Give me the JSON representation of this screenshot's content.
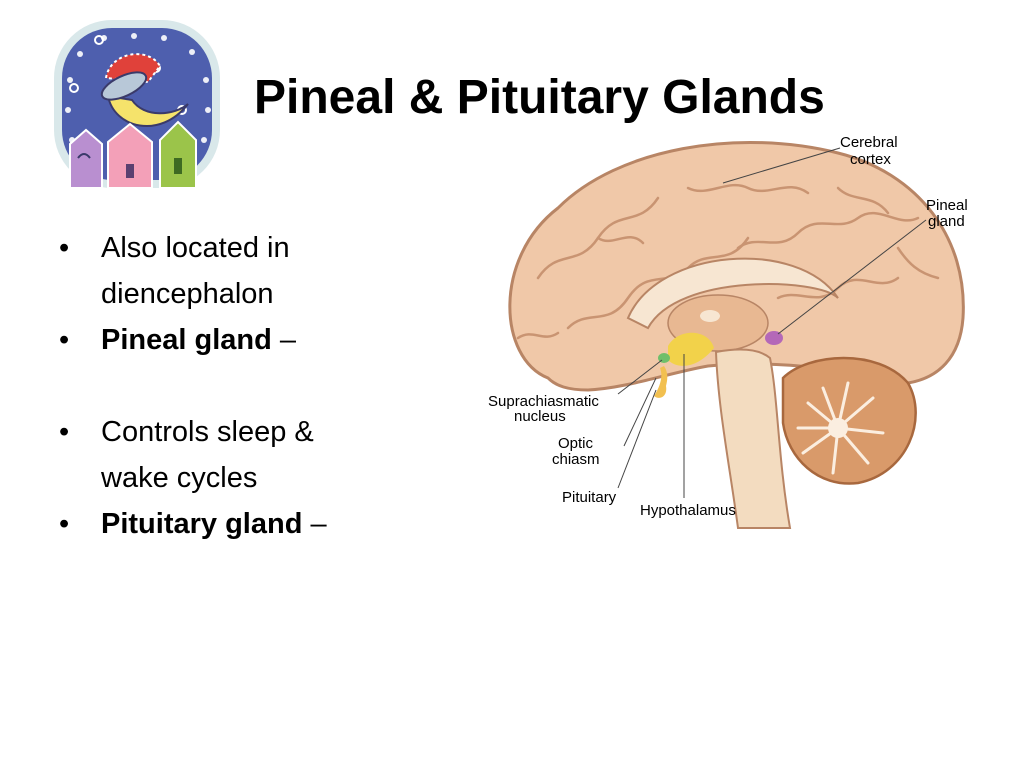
{
  "slide": {
    "title": "Pineal & Pituitary Glands",
    "bullets": [
      {
        "lines": [
          "Also located in",
          "diencephalon"
        ],
        "bold": "",
        "rest": ""
      },
      {
        "lines": [],
        "bold": "Pineal gland",
        "rest": " –"
      },
      {
        "lines": [
          "Controls sleep &",
          "wake cycles"
        ],
        "bold": "",
        "rest": ""
      },
      {
        "lines": [],
        "bold": "Pituitary gland",
        "rest": " –"
      }
    ],
    "bullet_glyph": "•"
  },
  "diagram": {
    "labels": {
      "cerebral_cortex": [
        "Cerebral",
        "cortex"
      ],
      "pineal_gland": [
        "Pineal",
        "gland"
      ],
      "suprachiasmatic_nucleus": [
        "Suprachiasmatic",
        "nucleus"
      ],
      "optic_chiasm": [
        "Optic",
        "chiasm"
      ],
      "pituitary": "Pituitary",
      "hypothalamus": "Hypothalamus"
    },
    "colors": {
      "cortex": "#f0c8a8",
      "cortex_outline": "#b88565",
      "pineal": "#b468b8",
      "hypothalamus": "#f2d24a",
      "scn": "#6fbf6a",
      "cerebellum": "#d99a6a",
      "brainstem": "#f3dcc0"
    }
  },
  "logo": {
    "icon": "moon-houses-logo-icon",
    "colors": {
      "background": "#4e5fae",
      "moon": "#f5e36b",
      "cap": "#e0413a",
      "frame": "#d9e8ea"
    }
  }
}
